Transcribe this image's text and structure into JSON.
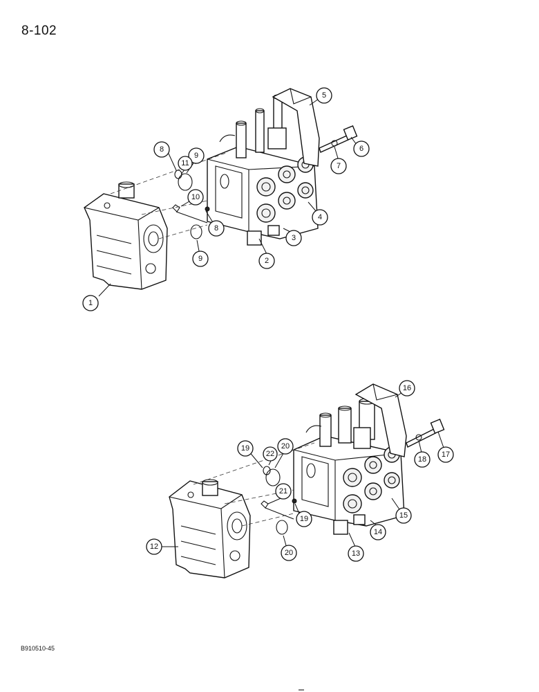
{
  "page": {
    "number": "8-102",
    "figure_code": "B910510-45"
  },
  "upper_assembly": {
    "callouts": [
      "1",
      "2",
      "3",
      "4",
      "5",
      "6",
      "7",
      "8",
      "8",
      "9",
      "9",
      "10",
      "11"
    ]
  },
  "lower_assembly": {
    "callouts": [
      "12",
      "13",
      "14",
      "15",
      "16",
      "17",
      "18",
      "19",
      "19",
      "20",
      "20",
      "21",
      "22"
    ]
  }
}
